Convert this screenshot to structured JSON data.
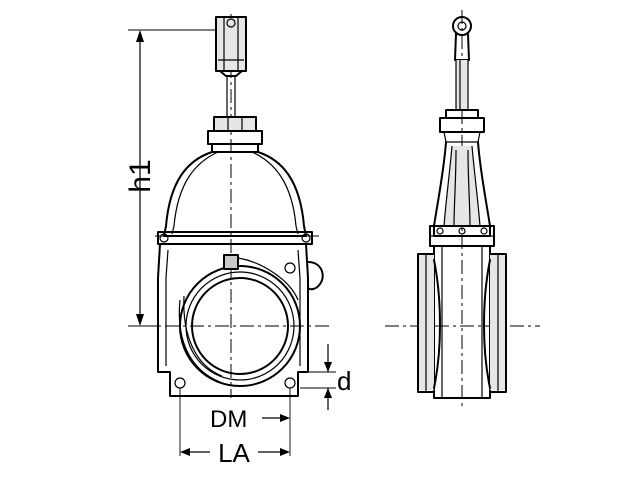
{
  "labels": {
    "h1": "h1",
    "d": "d",
    "dm": "DM",
    "la": "LA"
  },
  "colors": {
    "line": "#000000",
    "shade": "#c9c9c9",
    "background": "#ffffff"
  }
}
